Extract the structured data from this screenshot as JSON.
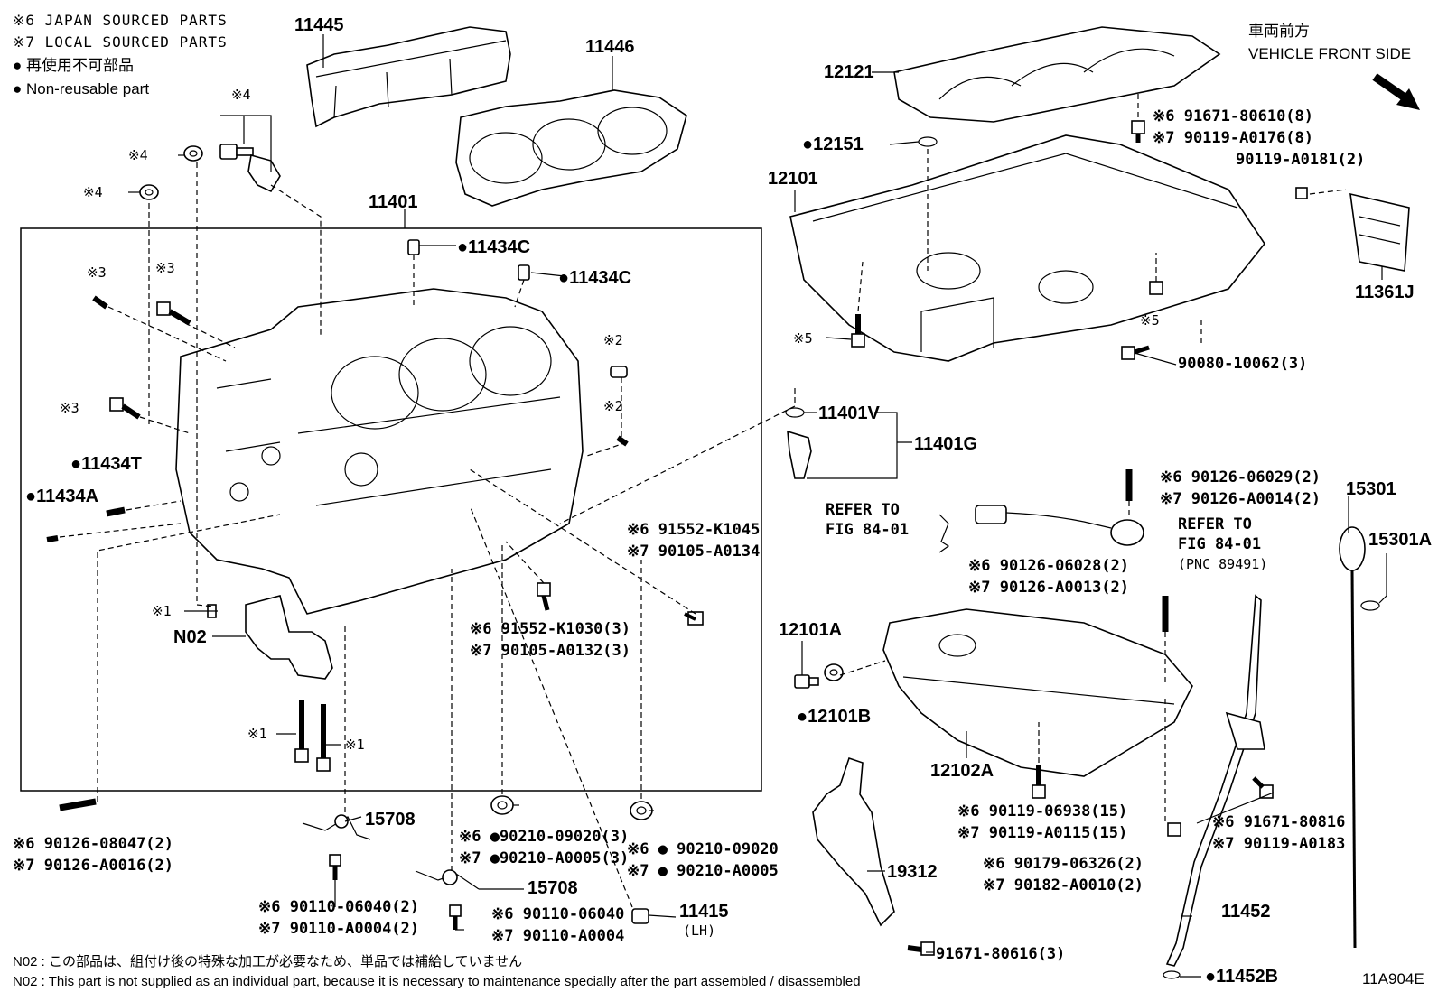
{
  "legend": {
    "japan_sourced": "※6 JAPAN SOURCED PARTS",
    "local_sourced": "※7 LOCAL SOURCED PARTS",
    "non_reusable_jp": "● 再使用不可部品",
    "non_reusable_en": "● Non-reusable part"
  },
  "front": {
    "jp": "車両前方",
    "en": "VEHICLE FRONT SIDE"
  },
  "callouts": {
    "p11445": "11445",
    "p11446": "11446",
    "p11401": "11401",
    "p11434c_1": "●11434C",
    "p11434c_2": "●11434C",
    "note4_a": "※4",
    "note4_b": "※4",
    "note4_c": "※4",
    "note3_a": "※3",
    "note3_b": "※3",
    "note3_c": "※3",
    "note2_a": "※2",
    "note2_b": "※2",
    "note1_a": "※1",
    "note1_b": "※1",
    "note1_c": "※1",
    "p11434t": "●11434T",
    "p11434a": "●11434A",
    "n02": "N02",
    "p12121": "12121",
    "p12151": "●12151",
    "p12101": "12101",
    "note5_a": "※5",
    "note5_b": "※5",
    "b91671_80610": "※6 91671-80610(8)",
    "b90119_a0176": "※7 90119-A0176(8)",
    "b90119_a0181": "90119-A0181(2)",
    "p11361j": "11361J",
    "b90080_10062": "90080-10062(3)",
    "p11401v": "11401V",
    "p11401g": "11401G",
    "refer1_a": "REFER TO",
    "refer1_b": "FIG 84-01",
    "refer2_a": "REFER TO",
    "refer2_b": "FIG 84-01",
    "refer2_c": "(PNC 89491)",
    "s90126_06029": "※6 90126-06029(2)",
    "s90126_a0014": "※7 90126-A0014(2)",
    "p15301": "15301",
    "p15301a": "15301A",
    "b91552_k1045": "※6 91552-K1045",
    "b90105_a0134": "※7 90105-A0134",
    "s90126_06028": "※6 90126-06028(2)",
    "s90126_a0013": "※7 90126-A0013(2)",
    "p12101a": "12101A",
    "p12101b": "●12101B",
    "b91552_k1030": "※6 91552-K1030(3)",
    "b90105_a0132": "※7 90105-A0132(3)",
    "p12102a": "12102A",
    "b91671_80816": "※6 91671-80816",
    "b90119_a0183": "※7 90119-A0183",
    "b90119_06938": "※6 90119-06938(15)",
    "b90119_a0115": "※7 90119-A0115(15)",
    "s90126_08047": "※6 90126-08047(2)",
    "s90126_a0016": "※7 90126-A0016(2)",
    "p15708_a": "15708",
    "g90210_09020_3": "※6 ●90210-09020(3)",
    "g90210_a0005_3": "※7 ●90210-A0005(3)",
    "g90210_09020": "※6 ● 90210-09020",
    "g90210_a0005": "※7 ● 90210-A0005",
    "p19312": "19312",
    "n90179_06326": "※6 90179-06326(2)",
    "n90182_a0010": "※7 90182-A0010(2)",
    "b90110_06040_2": "※6 90110-06040(2)",
    "b90110_a0004_2": "※7 90110-A0004(2)",
    "p15708_b": "15708",
    "b90110_06040": "※6 90110-06040",
    "b90110_a0004": "※7 90110-A0004",
    "p11415": "11415",
    "p11415_lh": "(LH)",
    "p11452": "11452",
    "b91671_80616": "91671-80616(3)",
    "p11452b": "●11452B"
  },
  "notes": {
    "n02_jp": "N02 : この部品は、組付け後の特殊な加工が必要なため、単品では補給していません",
    "n02_en": "N02 : This part is not supplied as an individual part, because it is necessary to maintenance specially after the part assembled / disassembled"
  },
  "figure_id": "11A904E"
}
